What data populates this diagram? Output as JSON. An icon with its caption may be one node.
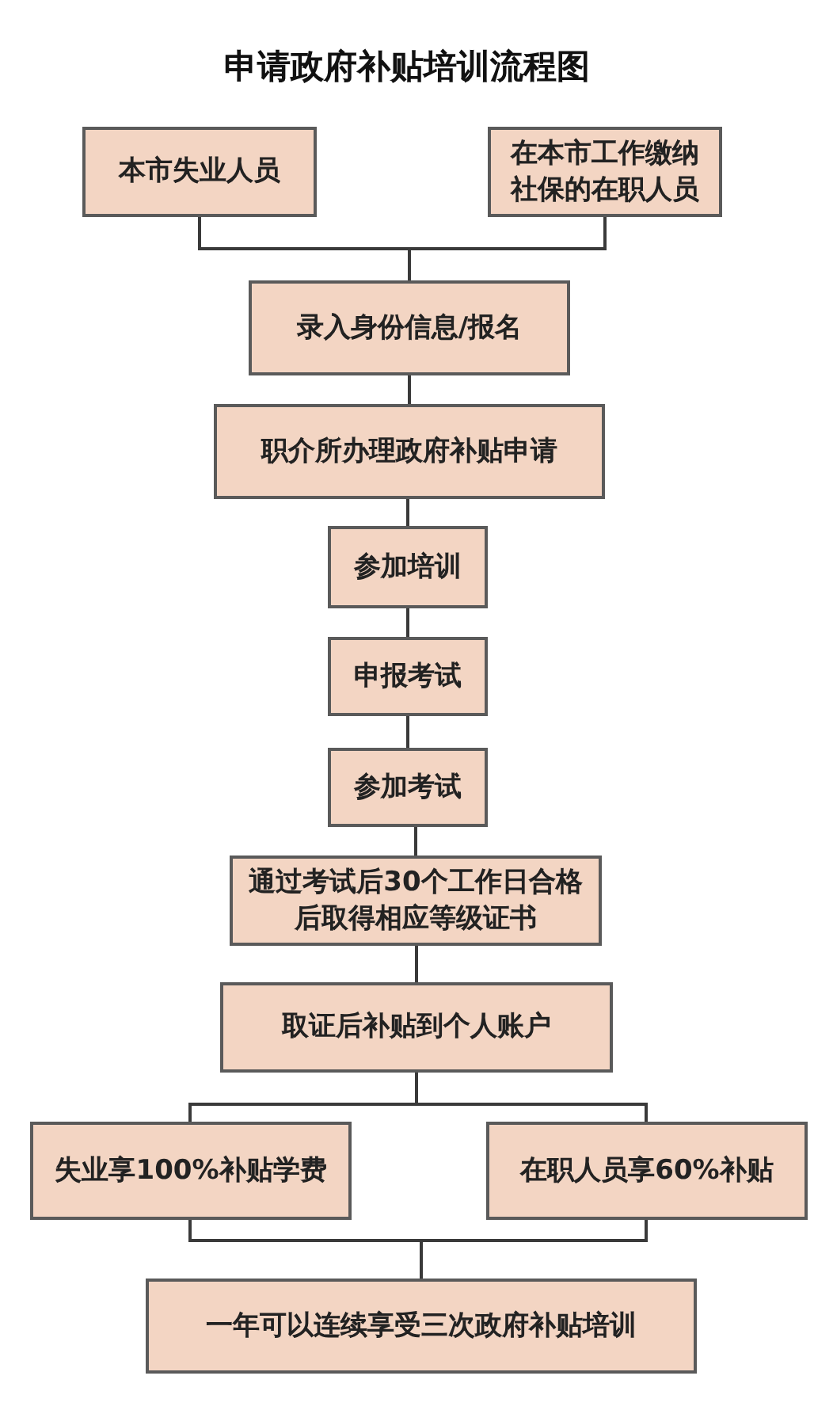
{
  "diagram": {
    "title": "申请政府补贴培训流程图",
    "nodes": [
      {
        "text": [
          "本市失业人员"
        ]
      },
      {
        "text": [
          "在本市工作缴纳社保的在职人员"
        ]
      },
      {
        "text": [
          "录入身份信息/报名"
        ]
      },
      {
        "text": [
          "职介所办理政府补贴申请"
        ]
      },
      {
        "text": [
          "参加培训"
        ]
      },
      {
        "text": [
          "申报考试"
        ]
      },
      {
        "text": [
          "参加考试"
        ]
      },
      {
        "text": [
          "通过考试后30个工作日合格后取得相应等级证书"
        ]
      },
      {
        "text": [
          "取证后补贴到个人账户"
        ]
      },
      {
        "text": [
          "失业享100%补贴学费"
        ]
      },
      {
        "text": [
          "在职人员享60%补贴"
        ]
      },
      {
        "text": [
          "一年可以连续享受三次政府补贴培训"
        ]
      }
    ],
    "edges": [
      {
        "from": 0,
        "to": 2,
        "arrow": "none"
      },
      {
        "from": 1,
        "to": 2,
        "arrow": "none"
      },
      {
        "from": 2,
        "to": 3,
        "arrow": "none"
      },
      {
        "from": 3,
        "to": 4,
        "arrow": "none"
      },
      {
        "from": 4,
        "to": 5,
        "arrow": "none"
      },
      {
        "from": 5,
        "to": 6,
        "arrow": "none"
      },
      {
        "from": 6,
        "to": 7,
        "arrow": "none"
      },
      {
        "from": 7,
        "to": 8,
        "arrow": "none"
      },
      {
        "from": 8,
        "to": 9,
        "arrow": "none"
      },
      {
        "from": 8,
        "to": 10,
        "arrow": "none"
      },
      {
        "from": 9,
        "to": 11,
        "arrow": "none"
      },
      {
        "from": 10,
        "to": 11,
        "arrow": "none"
      }
    ]
  }
}
